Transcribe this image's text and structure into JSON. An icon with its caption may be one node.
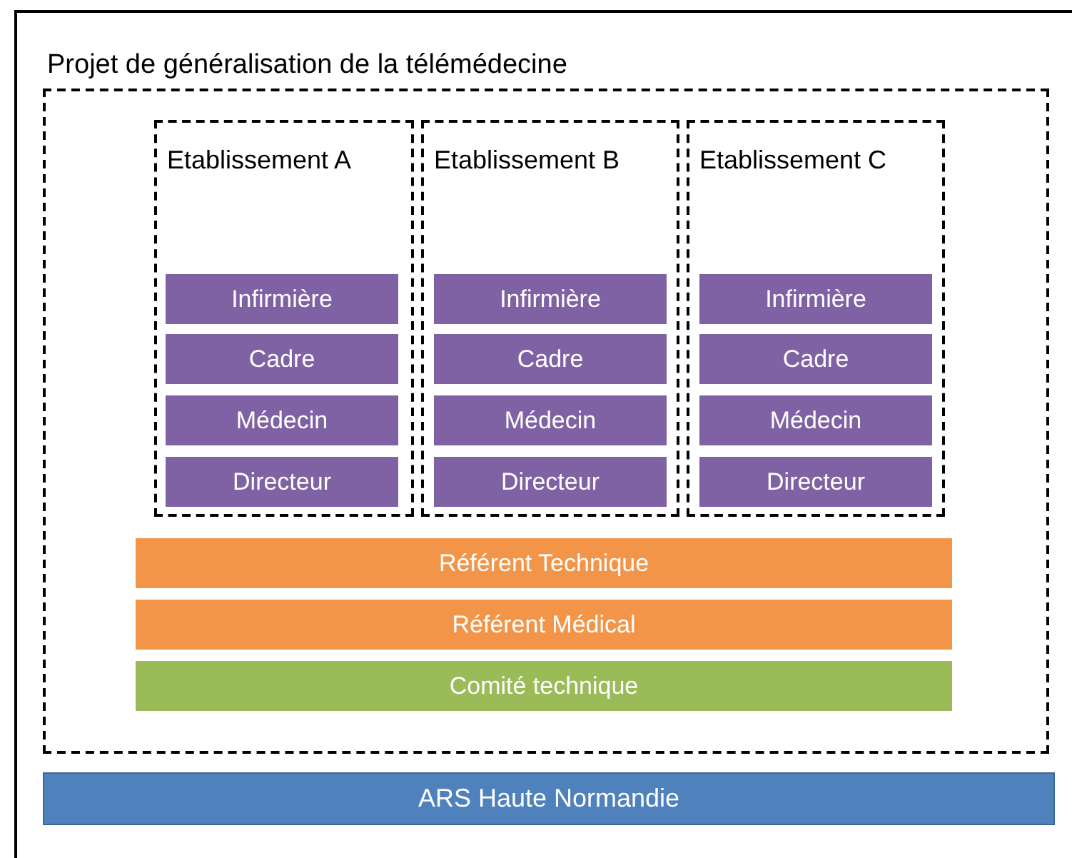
{
  "diagram": {
    "nodes": [
      {
        "text": [
          "Projet de généralisation de la télémédecine"
        ]
      },
      {
        "text": [],
        "shape": "box",
        "in": 0
      },
      {
        "text": [
          "Etablissement A"
        ],
        "in": 1
      },
      {
        "text": [
          "Infirmière"
        ],
        "in": 2
      },
      {
        "text": [
          "Cadre"
        ],
        "in": 2
      },
      {
        "text": [
          "Médecin"
        ],
        "in": 2
      },
      {
        "text": [
          "Directeur"
        ],
        "in": 2
      },
      {
        "text": [
          "Etablissement B"
        ],
        "in": 1
      },
      {
        "text": [
          "Infirmière"
        ],
        "in": 7
      },
      {
        "text": [
          "Cadre"
        ],
        "in": 7
      },
      {
        "text": [
          "Médecin"
        ],
        "in": 7
      },
      {
        "text": [
          "Directeur"
        ],
        "in": 7
      },
      {
        "text": [
          "Etablissement C"
        ],
        "in": 1
      },
      {
        "text": [
          "Infirmière"
        ],
        "in": 12
      },
      {
        "text": [
          "Cadre"
        ],
        "in": 12
      },
      {
        "text": [
          "Médecin"
        ],
        "in": 12
      },
      {
        "text": [
          "Directeur"
        ],
        "in": 12
      },
      {
        "text": [
          "Référent Technique"
        ],
        "in": 1
      },
      {
        "text": [
          "Référent Médical"
        ],
        "in": 1
      },
      {
        "text": [
          "Comité technique"
        ],
        "in": 1
      },
      {
        "text": [
          "ARS Haute Normandie"
        ],
        "in": 0
      }
    ],
    "edges": []
  }
}
